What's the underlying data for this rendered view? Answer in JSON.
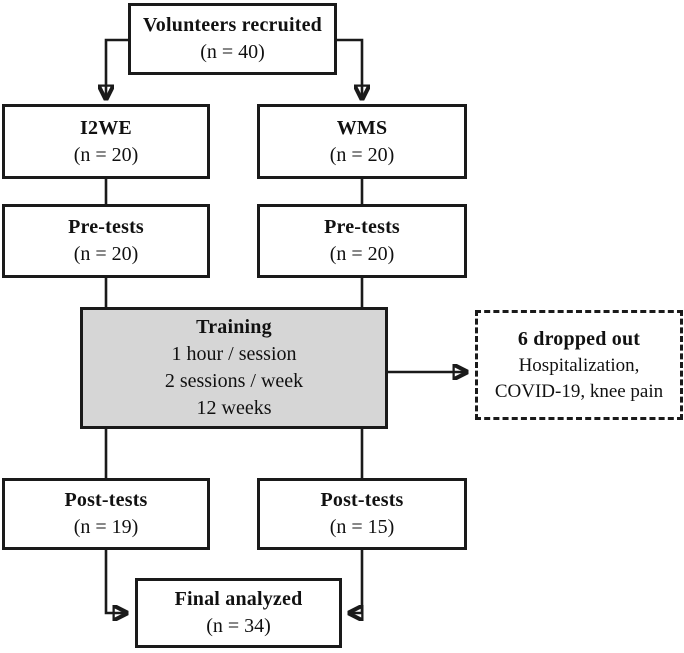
{
  "diagram": {
    "kind": "participant-flow-diagram",
    "colors": {
      "line": "#1a1a1a",
      "box_border": "#1a1a1a",
      "training_fill": "#d6d6d6",
      "background": "#ffffff",
      "text": "#111111"
    },
    "nodes": {
      "volunteers": {
        "title": "Volunteers recruited",
        "n": "(n = 40)"
      },
      "i2we": {
        "title": "I2WE",
        "n": "(n = 20)"
      },
      "wms": {
        "title": "WMS",
        "n": "(n = 20)"
      },
      "pretest_left": {
        "title": "Pre-tests",
        "n": "(n = 20)"
      },
      "pretest_right": {
        "title": "Pre-tests",
        "n": "(n = 20)"
      },
      "training": {
        "title": "Training",
        "line1": "1 hour / session",
        "line2": "2 sessions / week",
        "line3": "12 weeks"
      },
      "dropout": {
        "title": "6 dropped out",
        "line1": "Hospitalization,",
        "line2": "COVID-19, knee pain"
      },
      "posttest_left": {
        "title": "Post-tests",
        "n": "(n = 19)"
      },
      "posttest_right": {
        "title": "Post-tests",
        "n": "(n = 15)"
      },
      "final": {
        "title": "Final analyzed",
        "n": "(n = 34)"
      }
    },
    "edges": [
      "volunteers -> i2we (arrow)",
      "volunteers -> wms (arrow)",
      "i2we -> pretest_left",
      "wms -> pretest_right",
      "pretest_left -> training",
      "pretest_right -> training",
      "training -> dropout (arrow)",
      "training -> posttest_left",
      "training -> posttest_right",
      "posttest_left -> final (arrow)",
      "posttest_right -> final (arrow)"
    ]
  }
}
